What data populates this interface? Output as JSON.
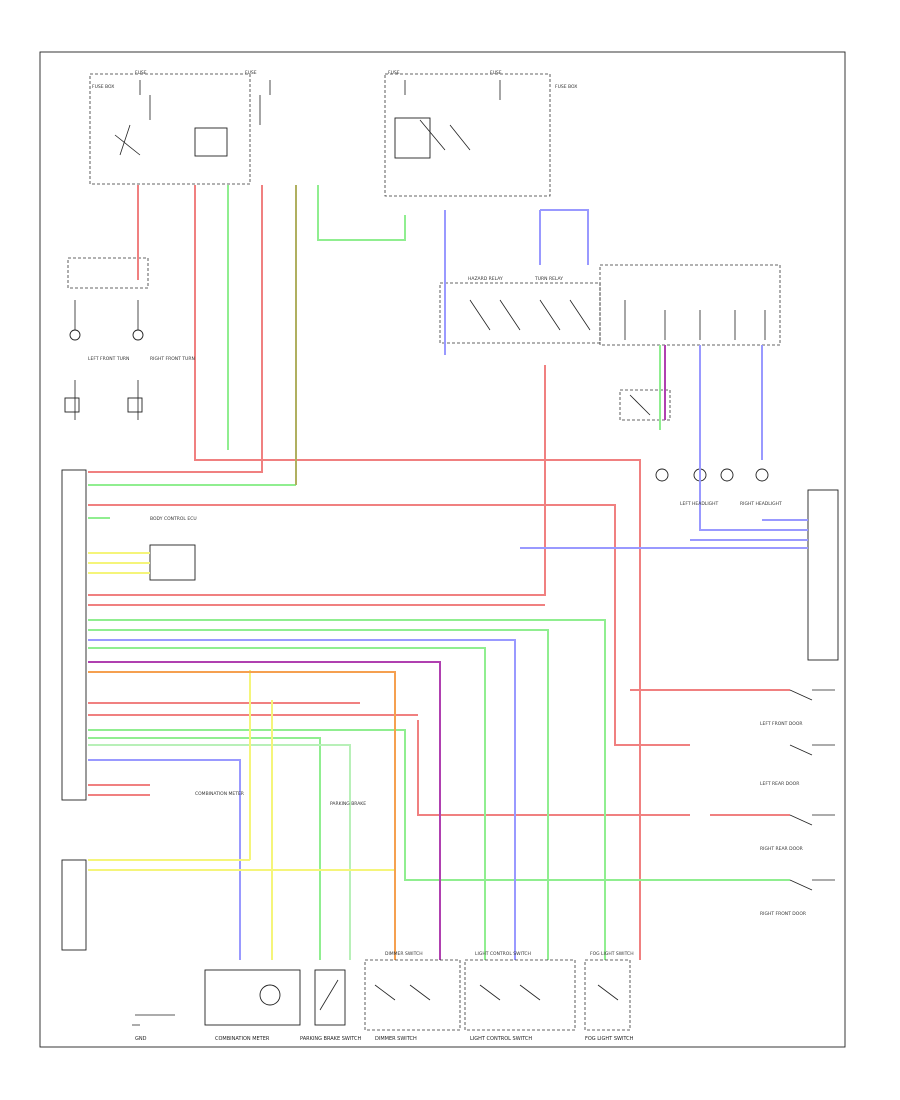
{
  "diagram": {
    "components": [
      {
        "id": "fuse-box-a",
        "label": "FUSE BOX"
      },
      {
        "id": "fuse-box-b",
        "label": "FUSE BOX"
      },
      {
        "id": "hazard-relay",
        "label": "HAZARD RELAY"
      },
      {
        "id": "turn-relay",
        "label": "TURN RELAY"
      },
      {
        "id": "left-front-turn",
        "label": "LEFT FRONT TURN"
      },
      {
        "id": "right-front-turn",
        "label": "RIGHT FRONT TURN"
      },
      {
        "id": "body-ecu",
        "label": "BODY CONTROL ECU"
      },
      {
        "id": "left-headlight",
        "label": "LEFT HEADLIGHT"
      },
      {
        "id": "right-headlight",
        "label": "RIGHT HEADLIGHT"
      },
      {
        "id": "left-front-door",
        "label": "LEFT FRONT DOOR"
      },
      {
        "id": "left-rear-door",
        "label": "LEFT REAR DOOR"
      },
      {
        "id": "right-rear-door",
        "label": "RIGHT REAR DOOR"
      },
      {
        "id": "right-front-door",
        "label": "RIGHT FRONT DOOR"
      },
      {
        "id": "combination-meter",
        "label": "COMBINATION METER"
      },
      {
        "id": "parking-brake",
        "label": "PARKING BRAKE"
      },
      {
        "id": "dimmer-switch",
        "label": "DIMMER SWITCH"
      },
      {
        "id": "light-control-switch",
        "label": "LIGHT CONTROL SWITCH"
      },
      {
        "id": "fog-light-switch",
        "label": "FOG LIGHT SWITCH"
      }
    ],
    "footer_labels": {
      "ground": "GND",
      "meter": "COMBINATION METER",
      "brake": "PARKING BRAKE SWITCH",
      "dimmer": "DIMMER SWITCH",
      "light_control": "LIGHT CONTROL SWITCH",
      "fog": "FOG LIGHT SWITCH"
    },
    "wire_colors": {
      "red": "#f08080",
      "green": "#90ee90",
      "light_green": "#b8f0b8",
      "violet": "#9999ff",
      "purple": "#b040b0",
      "yellow": "#f5f57a",
      "orange": "#f5a050",
      "olive": "#b0b060",
      "gray": "#888888"
    }
  }
}
